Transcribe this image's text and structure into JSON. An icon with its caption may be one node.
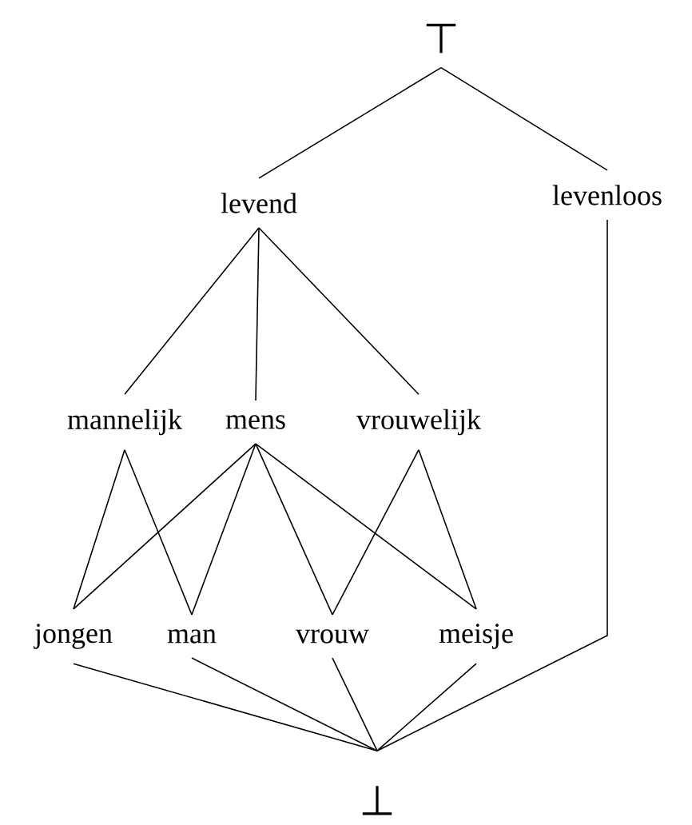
{
  "diagram": {
    "nodes": [
      {
        "text": [
          "⊤"
        ]
      },
      {
        "text": [
          "levend"
        ]
      },
      {
        "text": [
          "levenloos"
        ]
      },
      {
        "text": [
          "mannelijk"
        ]
      },
      {
        "text": [
          "mens"
        ]
      },
      {
        "text": [
          "vrouwelijk"
        ]
      },
      {
        "text": [
          "jongen"
        ]
      },
      {
        "text": [
          "man"
        ]
      },
      {
        "text": [
          "vrouw"
        ]
      },
      {
        "text": [
          "meisje"
        ]
      },
      {
        "text": [
          "⊥"
        ]
      }
    ],
    "edges": [
      {
        "from": 0,
        "to": 1,
        "arrow": "none"
      },
      {
        "from": 0,
        "to": 2,
        "arrow": "none"
      },
      {
        "from": 1,
        "to": 3,
        "arrow": "none"
      },
      {
        "from": 1,
        "to": 4,
        "arrow": "none"
      },
      {
        "from": 1,
        "to": 5,
        "arrow": "none"
      },
      {
        "from": 3,
        "to": 6,
        "arrow": "none"
      },
      {
        "from": 3,
        "to": 7,
        "arrow": "none"
      },
      {
        "from": 4,
        "to": 6,
        "arrow": "none"
      },
      {
        "from": 4,
        "to": 7,
        "arrow": "none"
      },
      {
        "from": 4,
        "to": 8,
        "arrow": "none"
      },
      {
        "from": 4,
        "to": 9,
        "arrow": "none"
      },
      {
        "from": 5,
        "to": 8,
        "arrow": "none"
      },
      {
        "from": 5,
        "to": 9,
        "arrow": "none"
      },
      {
        "from": 6,
        "to": 10,
        "arrow": "none"
      },
      {
        "from": 7,
        "to": 10,
        "arrow": "none"
      },
      {
        "from": 8,
        "to": 10,
        "arrow": "none"
      },
      {
        "from": 9,
        "to": 10,
        "arrow": "none"
      },
      {
        "from": 2,
        "to": 10,
        "arrow": "none"
      }
    ]
  }
}
